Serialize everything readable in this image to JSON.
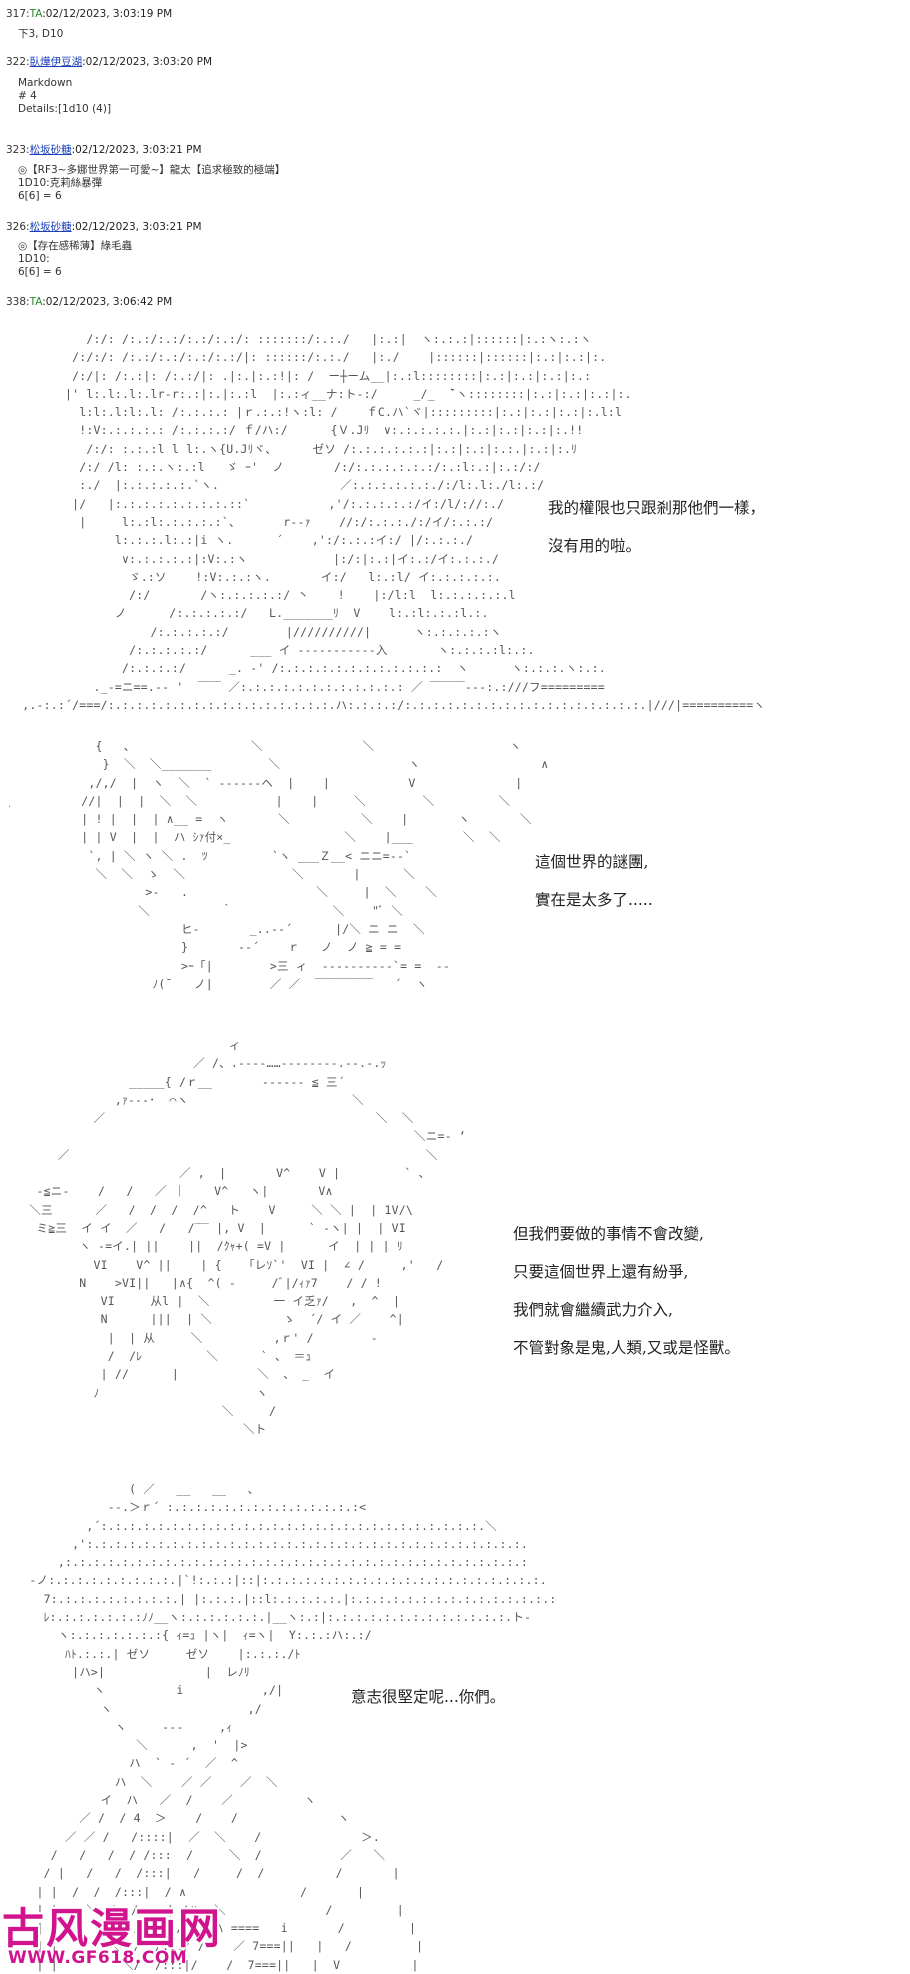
{
  "posts": [
    {
      "num": "317:",
      "name": "TA",
      "name_style": "green",
      "date": ":02/12/2023, 3:03:19 PM",
      "body": "下3, D10"
    },
    {
      "num": "322:",
      "name": "臥燁伊豆湖",
      "name_style": "link",
      "date": ":02/12/2023, 3:03:20 PM",
      "body": "Markdown\n# 4\nDetails:[1d10 (4)]"
    },
    {
      "num": "323:",
      "name": "松坂砂糖",
      "name_style": "link",
      "date": ":02/12/2023, 3:03:21 PM",
      "body": "◎【RF3~多娜世界第一可愛~】龍太【追求極致的極端】\n1D10:克莉絲暴彈\n6[6] = 6"
    },
    {
      "num": "326:",
      "name": "松坂砂糖",
      "name_style": "link",
      "date": ":02/12/2023, 3:03:21 PM",
      "body": "◎【存在感稀薄】綠毛蟲\n1D10:\n6[6] = 6"
    },
    {
      "num": "338:",
      "name": "TA",
      "name_style": "green",
      "date": ":02/12/2023, 3:06:42 PM",
      "body": ""
    }
  ],
  "panels": [
    {
      "art": "           /:/: /:.:/:.:/:.:/:.:/: :::::::/:.:./   |:.:|  ヽ:.:.:|::::::|:.:ヽ:.:ヽ\n         /:/:/: /:.:/:.:/:.:/:.:/|: ::::::/:.:./   |:./    |::::::|::::::|:.:|:.:|:.\n         /:/|: /:.:|: /:.:/|: .|:.|:.:!|: /  ー┼ーム__|:.:l::::::::|:.:|:.:|:.:|:.:\n        |' l:.l:.l:.lr‐r:.:|:.|:.:l  |:.:ィ__ナ:ト‐:/     _/_  ̄`ヽ::::::::|:.:|:.:|:.:|:.\n          l:l:.l:l:.l: /:.:.:.: |ｒ.:.:!ヽ:l: /    ｆC.ハ`ヾ|:::::::::|:.:|:.:|:.:|:.l:l\n          !:V:.:.:.:.: /:.:.:.:/ ｆ/ハ:/      {Ｖ.Jﾘ  ∨:.:.:.:.:.|:.:|:.:|:.:|:.!!\n           /:/: :.:.:l l l:.ヽ{U.Jﾘヾ、     ゼソ /:.:.:.:.:.:|:.:|:.:|:.:.|:.:|:.ﾘ\n          /:/ /l: :.:.ヽ:.:l   ゞ ｰ'  ノ       /:/:.:.:.:.:.:/:.:l:.:|:.:/:/\n          :./  |:.:.:.:.:.`ヽ.                 ／:.:.:.:.:.:./:/l:.l:./l:.:/\n         |/   |:.:.:.:.:.:.:.:.::`           ,'/:.:.:.:.:/イ:/l/://:./\n          |     l:.:l:.:.:.:.:`、      r‐‐ｧ    //:/:.:.:./:/イ/:.:.:/\n               l:.:.:.l:.:|i ヽ.      ´    ,':/:.:.:イ:/ |/:.:.:./\n                ∨:.:.:.:.:|:V:.:ヽ            |:/:|:.:|イ:.:/イ:.:.:./\n                 ゞ.:ソ    !:V:.:.:ヽ.       イ:/   l:.:l/ イ:.:.:.:.:.\n                 /:/       /ヽ:.:.:.:.:/ 丶    !    |:/l:l  l:.:.:.:.:.l\n               ノ      /:.:.:.:.:/   L._______ﾘ  V    l:.:l:.:.:l.:.\n                    /:.:.:.:.:/        |//////////|      ヽ:.:.:.:.:ヽ\n                 /:.:.:.:.:/      ___ イ ‐‐‐‐‐‐‐‐‐‐‐入       ヽ:.:.:.:l:.:.\n                /:.:.:.:/      _. ‐' /:.:.:.:.:.:.:.:.:.:.:.:  ヽ      ヽ:.:.:.ヽ:.:.\n            ._-=ニ==.-‐ '  ￣￣ ／:.:.:.:.:.:.:.:.:.:.:.: ／ ￣￣￣‐‐-:.:///フ=========\n  ,.-:.:´/===/:.:.:.:.:.:.:.:.:.:.:.:.:.:.:.:.ハ:.:.:.:/:.:.:.:.:.:.:.:.:.:.:.:.:.:.:.:.:.|///|==========ヽ",
      "speech": "我的權限也只跟剎那他們一樣，\n沒有用的啦。"
    },
    {
      "art": "            {   ､                 ＼              ＼                   ヽ\n             }  ＼  ＼_______        ＼                  ヽ                 ∧\n           ,/,/  |  ヽ  ＼  ` ‐‐‐‐‐‐ヘ  |    |           V              |\n          //|  |  |  ＼  ＼           |    |     ＼        ＼         ＼\n          | ! |  |  | ∧__ =  ヽ       ＼          ＼    |       ヽ       ＼\n          | | V  |  |  ハ ｼｧ付×_                ＼    |___       ＼  ＼\n           `, | ＼ ヽ ＼ .  ﾂ         `ヽ ___Ｚ__< ニニ=-‐`\n            ＼  ＼  ゝ  ＼               ＼       |      ＼\n                   >‐   .                  ＼     |  ＼    ＼\n                  ＼          ｀              ＼    \"ﾞ ＼\n                        ヒ‐       _..-‐´      |/＼ ニ ニ  ＼\n                        }       -‐´    ｒ   ノ  ノ ≧ = =\n                        >ｰ「|        >三 ィ  ‐‐‐‐‐‐‐‐‐‐`= =  ‐‐\n                    ﾉ(¯   ノ|        ／ ／  ￣￣￣￣￣   ´  ヽ",
      "speech": "這個世界的謎團,\n實在是太多了....."
    },
    {
      "art": "                               ィ\n                          ／ /、.-‐‐‐……‐‐‐‐‐‐‐‐.--.-.ｯ\n                 _____{ /ｒ__       ‐‐‐‐‐‐ ≦ 三´\n               ,ｧ‐‐‐･  ⌒ヽ                       ＼\n            ／                                      ＼  ＼\n                                                         ＼ニ=- ‘\n       ／                                                  ＼\n                        ／ ,  |       V^    V |         ` 、\n    ‐≦ニ‐    /   /   ／ ｜    V^   ヽ|       V∧\n   ＼三      ／   /  /  /  /^   ト    V     ＼ ＼ |  | 1V/\\\n    ミ≧三  イ イ  ／   /   /‾‾ |, V  |      ` ‐ヽ| |  | VI\n          ヽ ‐=イ.| ||    ||  /ｸｬ+( =V |      イ  | | | ﾘ\n            VI    V^ ||    | {   「レｿ`'  VI |  ∠ /     ,'   /\n          N    >VI||   |∧{  ^( ‐     /ﾞ|/ｨｧ7    / / !\n             VI     从l |  ＼         一 イ乏ｧ/   ,  ^  |\n             N      |||  | ＼          ゝ  ´/ イ ／    ^|\n              |  | 从     ＼          ,ｒ' /        ‐\n              /  /ﾚ         ＼      ` 、 ＝ｭ\n             | //      |           ＼  、 _  イ\n            ﾉ                      ヽ\n                              ＼     /\n                                 ＼ト",
      "speech": "但我們要做的事情不會改變,\n只要這個世界上還有紛爭,\n我們就會繼續武力介入,\n不管對象是鬼,人類,又或是怪獸。"
    },
    {
      "art": "                 ( ／   __   __   、\n              ‐‐.＞ｒ´ :.:.:.:.:.:.:.:.:.:.:.:.:.:<\n           ,´:.:.:.:.:.:.:.:.:.:.:.:.:.:.:.:.:.:.:.:.:.:.:.:.:.:.:.＼\n         ,':.:.:.:.:.:.:.:.:.:.:.:.:.:.:.:.:.:.:.:.:.:.:.:.:.:.:.:.:.:.:.\n       ,:.:.:.:.:.:.:.:.:.:.:.:.:.:.:.:.:.:.:.:.:.:.:.:.:.:.:.:.:.:.:.:.:\n   ‐ノ:.:.:.:.:.:.:.:.:.|`!:.:.:|::|:.:.:.:.:.:.:.:.:.:.:.:.:.:.:.:.:.:.:.:.\n     7:.:.:.:.:.:.:.:.:.| |:.:.:.|::l:.:.:.:.:.|:.:.:.:.:.:.:.:.:.:.:.:.:.:.:\n     ﾚ:.:.:.:.:.:.:ﾉﾉ__ヽ:.:.:.:.:.:.|__ヽ:.:|:.:.:.:.:.:.:.:.:.:.:.:.:.ト‐\n       ヽ:.:.:.:.:.:.:{ ｨ=ｭ |ヽ|  ｨ=ヽ|  Y:.:.:ハ:.:/\n        ﾊﾄ.:.:.| ゼソ     ゼソ    |:.:.:./ﾄ\n         |ハ>|              |  レﾉﾘ\n            ヽ          i           ,/|\n             ヽ                   ,/\n               ヽ     ‐‐‐     ,ｨ\n                  ＼      ,  '  |>\n                 ハ  ` ‐ ´  ／  ^\n               ハ  ＼    ／ ／    ／  ＼\n             イ  ハ   ／  /    ／          ヽ\n          ／ /  / 4  ＞    /    /              ヽ\n        ／ ／ /   /::::|  ／  ＼    /              ＞.\n      /   /   /  / /:::  /     ＼  /           ／   ＼\n     / |   /   /  /:::|   /     /  /          /       |\n    | |  /  /  /:::|  / ∧                /       |\n    | |    ＼ イ  /::::| /ハ  ＼              /         |\n    | |     ＼ ̄ / /:::| /  / ハ ====   i       /         |\n    | |       ＼  /  /:::/ /    ／ 7===||   |   /         |\n    | |         ＼/  /:::|/    /  7===||   |  V          |",
      "speech": "意志很堅定呢...你們。"
    }
  ],
  "watermark": {
    "cn": "古风漫画网",
    "url": "WWW.GF618.COM"
  }
}
